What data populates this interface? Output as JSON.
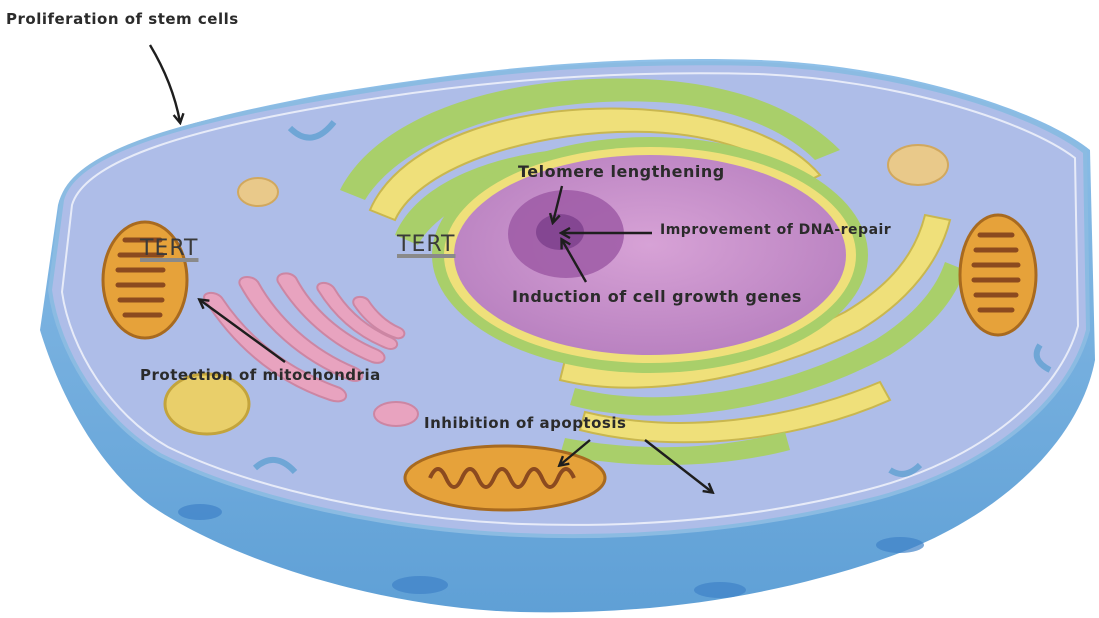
{
  "labels": {
    "proliferation": "Proliferation of stem cells",
    "telomere": "Telomere lengthening",
    "dna_repair": "Improvement of DNA-repair",
    "growth_genes": "Induction of cell growth genes",
    "mitochondria": "Protection of mitochondria",
    "apoptosis": "Inhibition of apoptosis",
    "tert_cytoplasm": "TERT",
    "tert_nucleus": "TERT"
  },
  "colors": {
    "cytoplasm": "#a9b9e6",
    "membrane": "#7fb3de",
    "nucleus": "#c98dc9",
    "nucleolus": "#9d5aa6",
    "er_yellow": "#efe07a",
    "er_green": "#a9cf6a",
    "golgi_pink": "#e8a3bf",
    "mito_outer": "#e6a23a",
    "mito_inner": "#8b4a1f",
    "arrow": "#1e1e1e"
  }
}
